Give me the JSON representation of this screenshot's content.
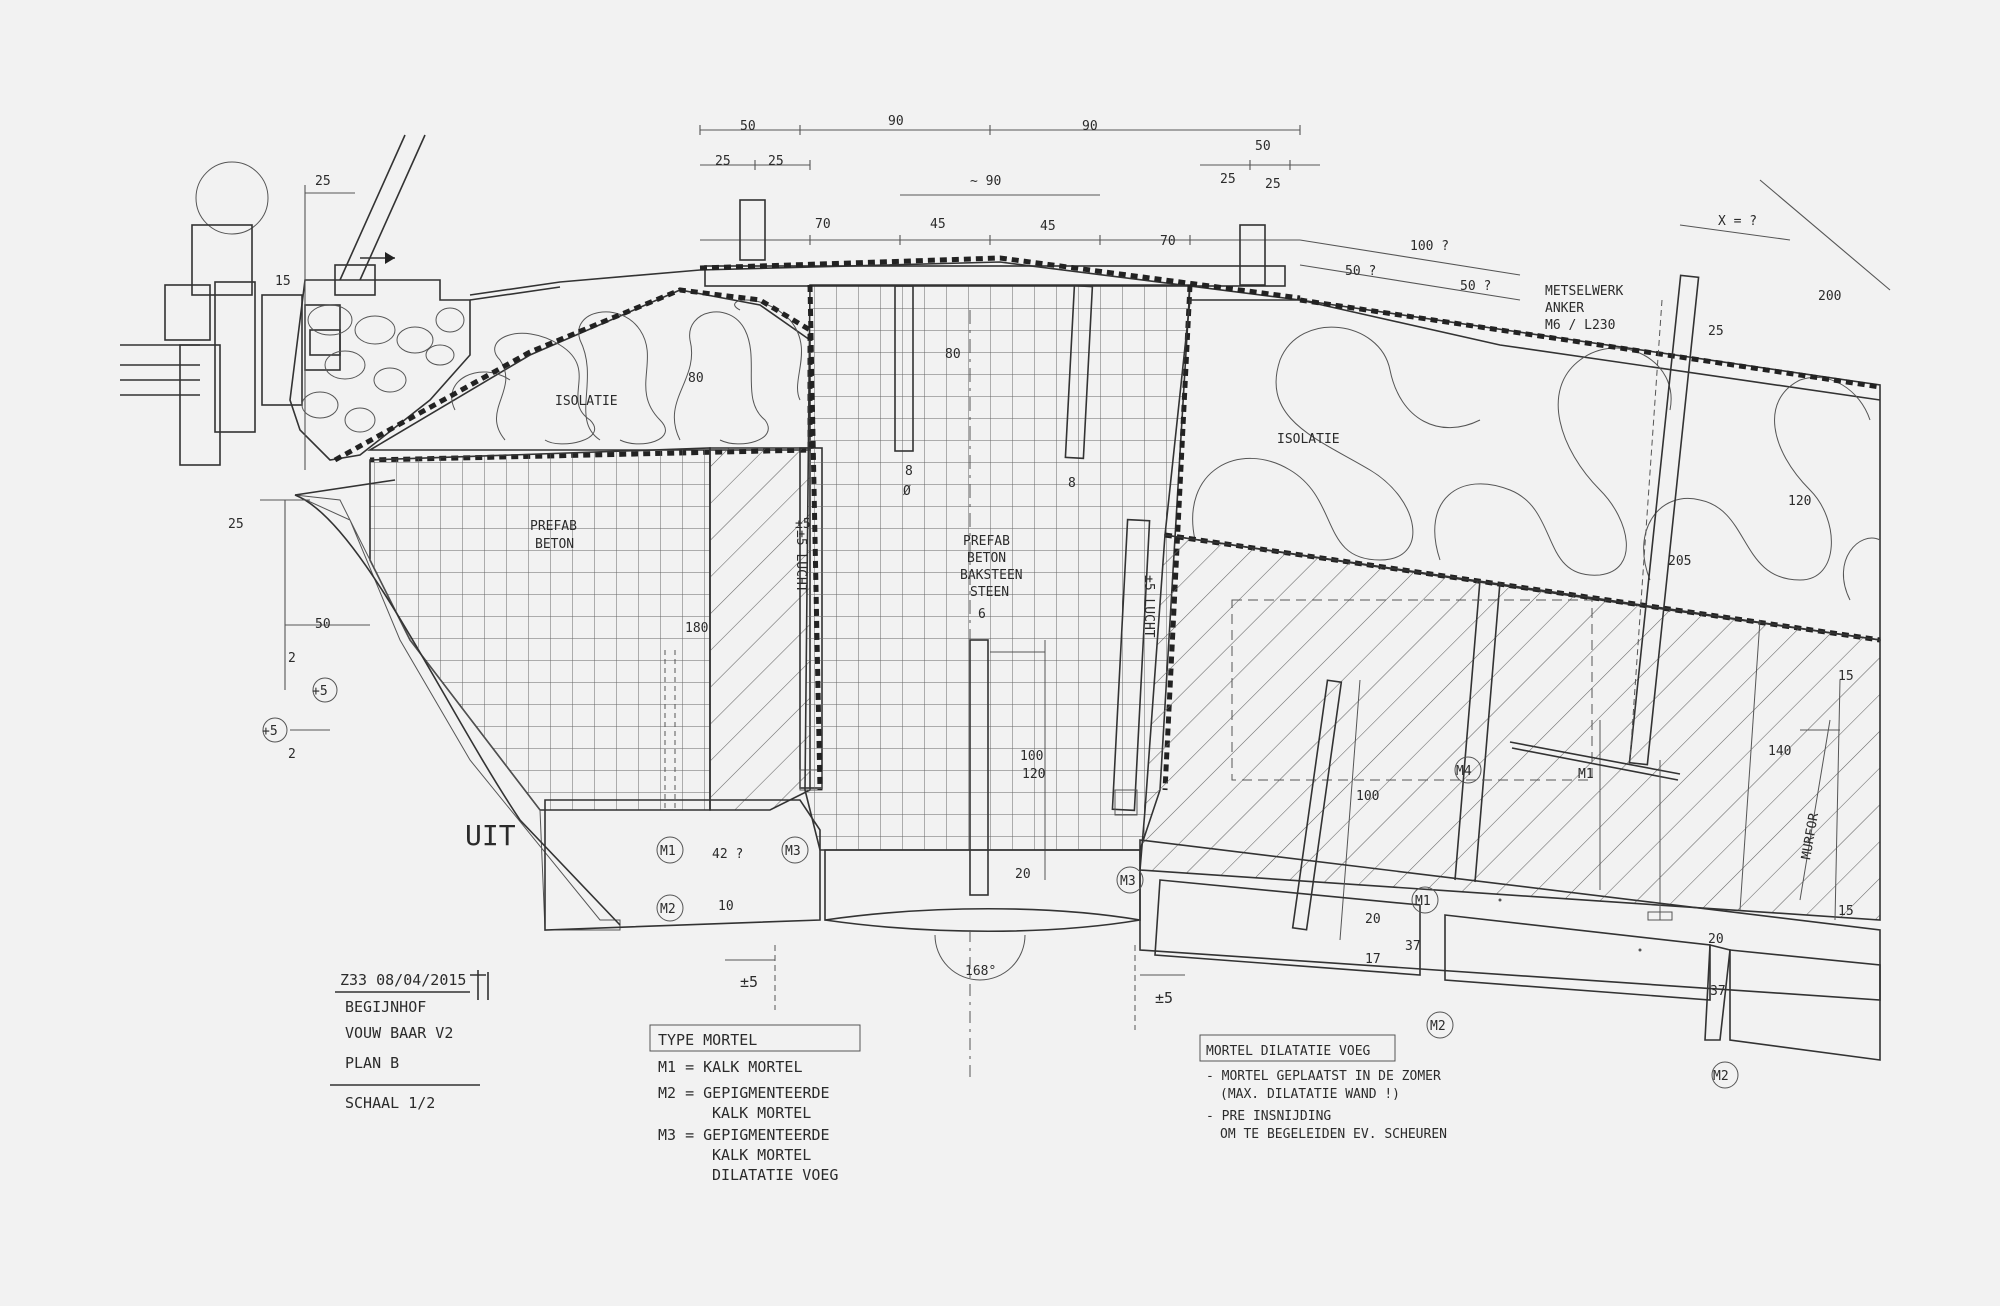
{
  "dimensions": {
    "d50a": "50",
    "d90a": "90",
    "d90b": "90",
    "d50b": "50",
    "d25a": "25",
    "d25b": "25",
    "d25c": "25",
    "d25d": "25",
    "dapprox90": "~ 90",
    "d70a": "70",
    "d45a": "45",
    "d45b": "45",
    "d70b": "70",
    "d100q": "100 ?",
    "d50q1": "50 ?",
    "d50q2": "50 ?",
    "dxq": "X = ?",
    "d25left": "25",
    "d15left": "15",
    "d25lower": "25",
    "d50left": "50",
    "d80a": "80",
    "d80b": "80",
    "d8a": "8",
    "d8b": "8",
    "d180": "180",
    "d42q": "42 ?",
    "d10": "10",
    "d6": "6",
    "d100a": "100",
    "d120a": "120",
    "d20a": "20",
    "d100b": "100",
    "d20b": "20",
    "d17": "17",
    "d37": "37",
    "d200": "200",
    "d25right": "25",
    "d120b": "120",
    "d205": "205",
    "d15r1": "15",
    "d140": "140",
    "d15r2": "15",
    "d20c": "20",
    "d37b": "37",
    "d168": "168°",
    "pm5a": "±5",
    "pm5b": "±5",
    "pm5c": "±5",
    "c5a": "+5",
    "c5b": "+5",
    "t2a": "2",
    "t2b": "2"
  },
  "labels": {
    "isolatie_left": "ISOLATIE",
    "isolatie_right": "ISOLATIE",
    "prefab_beton": [
      "PREFAB",
      "BETON"
    ],
    "prefab_center": [
      "PREFAB",
      "BETON",
      "BAKSTEEN",
      "STEEN"
    ],
    "lucht_a": "±5 LUCHT",
    "lucht_b": "±5 LUCHT",
    "metselwerk": [
      "METSELWERK",
      "ANKER",
      "M6 / L230"
    ],
    "uit": "UIT",
    "murfor": "MURFOR",
    "m1a": "M1",
    "m1b": "M1",
    "m1c": "M1",
    "m2a": "M2",
    "m2b": "M2",
    "m2c": "M2",
    "m3a": "M3",
    "m3b": "M3",
    "m4": "M4",
    "phi": "Ø"
  },
  "title_block": {
    "line1": "Z33 08/04/2015",
    "line2": "BEGIJNHOF",
    "line3": "VOUW BAAR V2",
    "line4": "PLAN B",
    "line5": "SCHAAL 1/2"
  },
  "legend_mortel": {
    "heading": "TYPE MORTEL",
    "rows": [
      "M1 = KALK MORTEL",
      "M2 = GEPIGMENTEERDE",
      "KALK MORTEL",
      "M3 = GEPIGMENTEERDE",
      "KALK MORTEL",
      "DILATATIE VOEG"
    ]
  },
  "legend_dilatatie": {
    "heading": "MORTEL DILATATIE VOEG",
    "rows": [
      "- MORTEL GEPLAATST IN DE ZOMER",
      "(MAX. DILATATIE WAND !)",
      "- PRE INSNIJDING",
      "OM TE BEGELEIDEN EV. SCHEUREN"
    ]
  }
}
